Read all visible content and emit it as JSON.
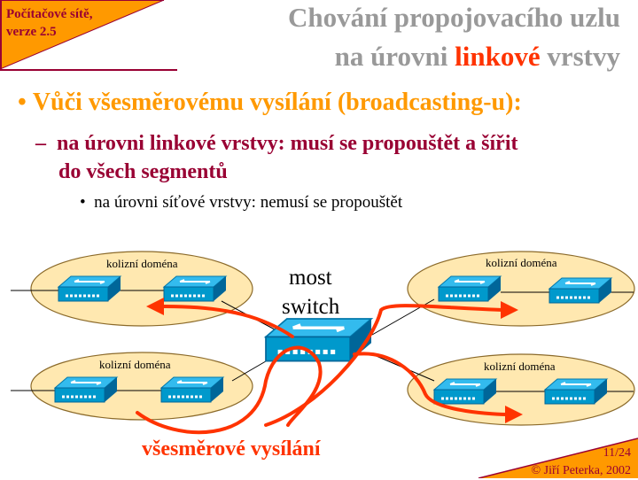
{
  "corner": {
    "line1": "Počítačové sítě,",
    "line2": "verze 2.5"
  },
  "title": {
    "line1": "Chování propojovacího uzlu",
    "line2_pre": "na úrovni ",
    "line2_highlight": "linkové",
    "line2_post": " vrstvy"
  },
  "bullets": {
    "level1": "Vůči všesměrovému vysílání (broadcasting-u):",
    "level2_line1": "na úrovni linkové vrstvy: musí se propouštět a šířit",
    "level2_line2": "do všech segmentů",
    "level3": "na úrovni síťové vrstvy: nemusí se propouštět"
  },
  "diagram": {
    "domains": [
      "kolizní doména",
      "kolizní doména",
      "kolizní doména",
      "kolizní doména"
    ],
    "center_label1": "most",
    "center_label2": "switch",
    "broadcast_label": "všesměrové vysílání"
  },
  "footer": {
    "page": "11/24",
    "copyright": "© Jiří Peterka, 2002"
  },
  "colors": {
    "accent": "#FF9900",
    "dark_red": "#990033",
    "red": "#FF3300",
    "title_gray": "#999999",
    "cloud": "#FFE8B0",
    "switch_blue": "#0099CC"
  }
}
